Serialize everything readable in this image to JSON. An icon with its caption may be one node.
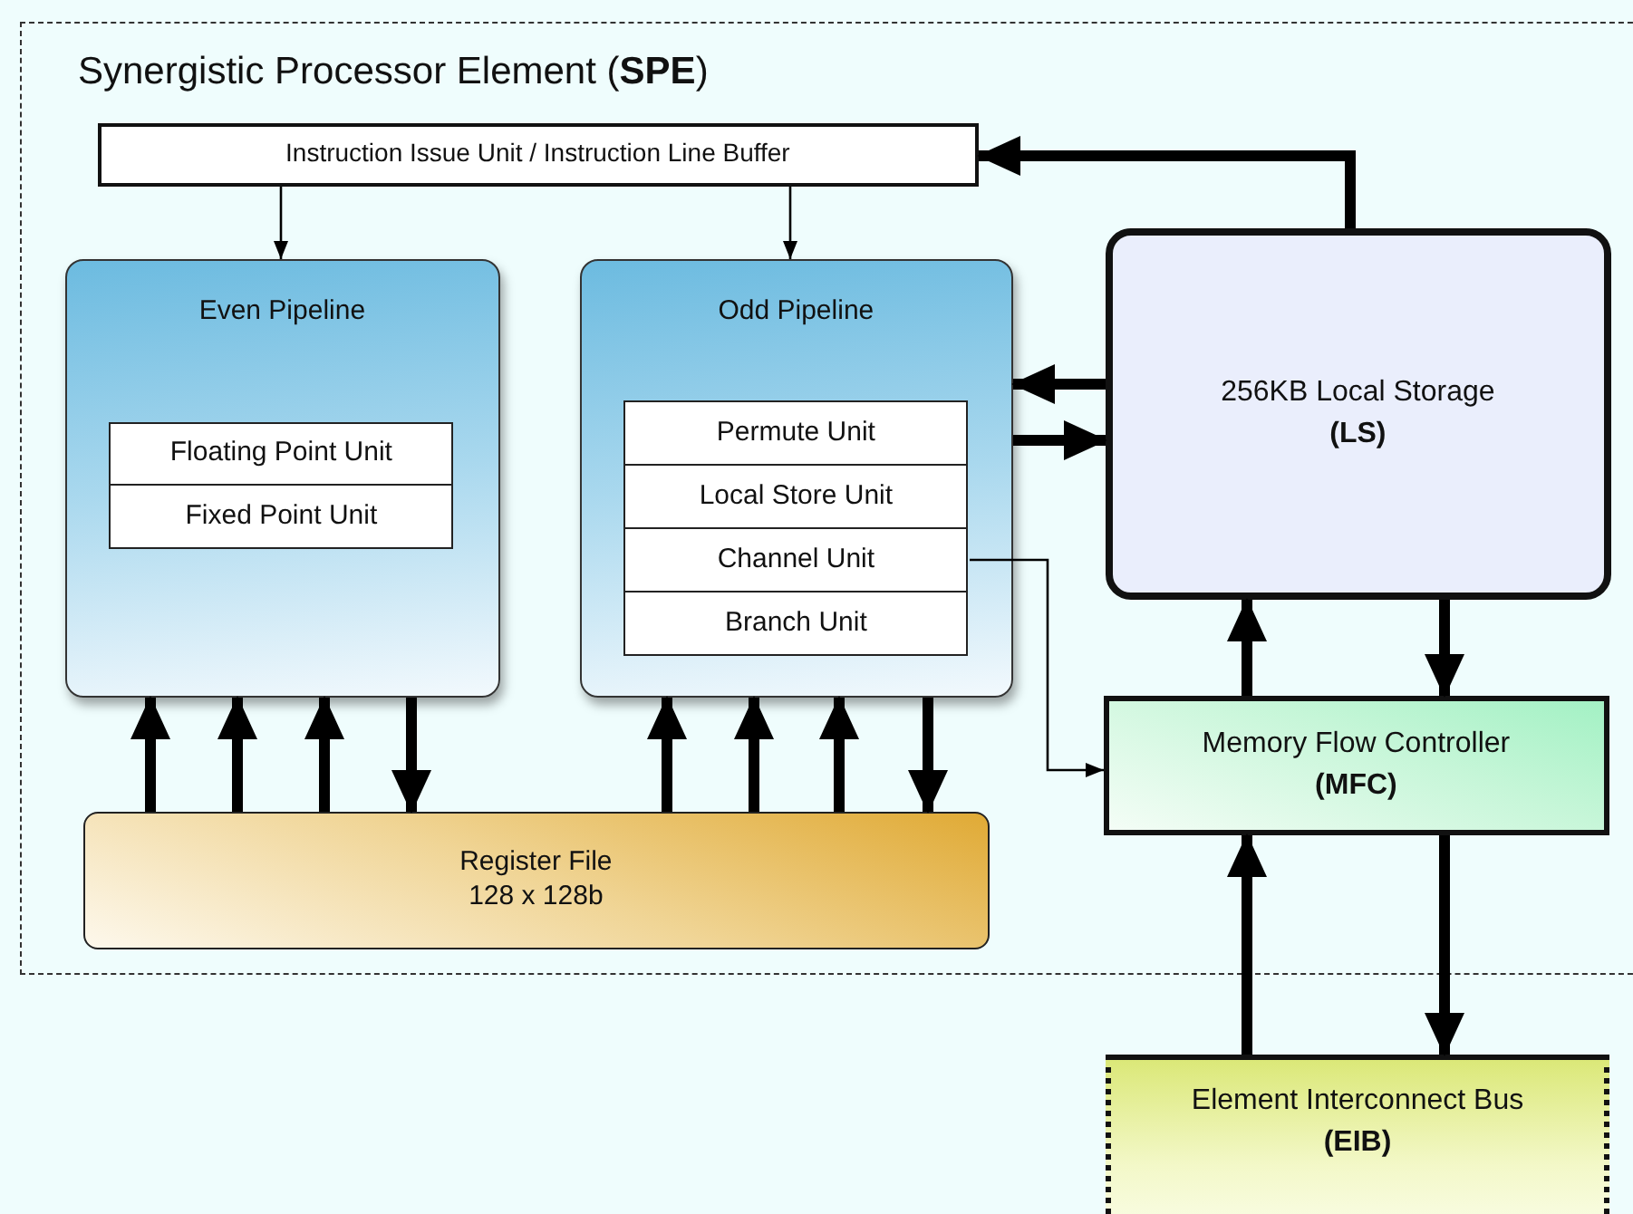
{
  "diagram": {
    "nodes": [
      {
        "text": [
          "Synergistic Processor Element (**SPE**)"
        ]
      },
      {
        "text": [
          "Instruction Issue Unit / Instruction Line Buffer"
        ],
        "in": 0
      },
      {
        "text": [
          "Even Pipeline"
        ],
        "in": 0
      },
      {
        "text": [
          "Floating Point Unit"
        ],
        "in": 2
      },
      {
        "text": [
          "Fixed Point Unit"
        ],
        "in": 2
      },
      {
        "text": [
          "Odd Pipeline"
        ],
        "in": 0
      },
      {
        "text": [
          "Permute Unit"
        ],
        "in": 5
      },
      {
        "text": [
          "Local Store Unit"
        ],
        "in": 5
      },
      {
        "text": [
          "Channel Unit"
        ],
        "in": 5
      },
      {
        "text": [
          "Branch Unit"
        ],
        "in": 5
      },
      {
        "text": [
          "Register File 128 x 128b"
        ],
        "in": 0
      },
      {
        "text": [
          "256KB Local Storage",
          "(LS)"
        ],
        "in": 0
      },
      {
        "text": [
          "Memory Flow Controller",
          "(MFC)"
        ],
        "in": 0
      },
      {
        "text": [
          "Element Interconnect Bus",
          "(EIB)"
        ]
      }
    ],
    "edges": [
      {
        "from": 11,
        "to": 1,
        "arrow": "to"
      },
      {
        "from": 1,
        "to": 2,
        "arrow": "to"
      },
      {
        "from": 1,
        "to": 5,
        "arrow": "to"
      },
      {
        "from": 11,
        "to": 5,
        "arrow": "to"
      },
      {
        "from": 5,
        "to": 11,
        "arrow": "to"
      },
      {
        "from": 10,
        "to": 2,
        "arrow": "to"
      },
      {
        "from": 10,
        "to": 2,
        "arrow": "to"
      },
      {
        "from": 10,
        "to": 2,
        "arrow": "to"
      },
      {
        "from": 2,
        "to": 10,
        "arrow": "to"
      },
      {
        "from": 10,
        "to": 5,
        "arrow": "to"
      },
      {
        "from": 10,
        "to": 5,
        "arrow": "to"
      },
      {
        "from": 10,
        "to": 5,
        "arrow": "to"
      },
      {
        "from": 5,
        "to": 10,
        "arrow": "to"
      },
      {
        "from": 8,
        "to": 12,
        "arrow": "to"
      },
      {
        "from": 12,
        "to": 11,
        "arrow": "to"
      },
      {
        "from": 11,
        "to": 12,
        "arrow": "to"
      },
      {
        "from": 13,
        "to": 12,
        "arrow": "to"
      },
      {
        "from": 12,
        "to": 13,
        "arrow": "to"
      }
    ]
  }
}
